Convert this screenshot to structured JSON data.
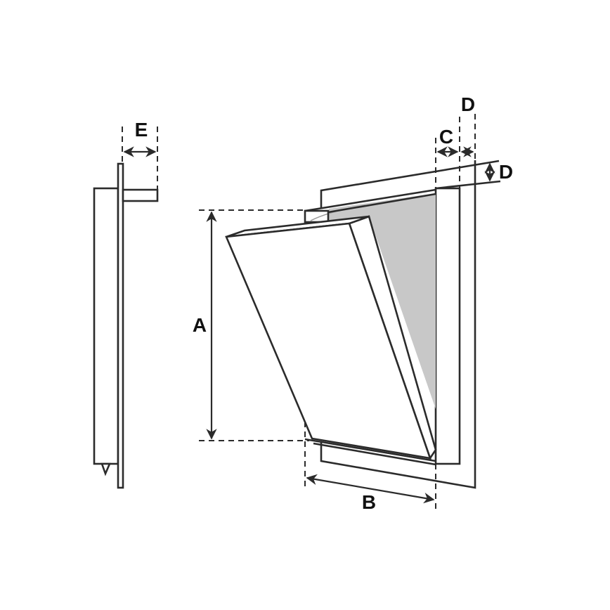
{
  "labels": {
    "a": "A",
    "b": "B",
    "c": "C",
    "d_top": "D",
    "d_side": "D",
    "e": "E"
  },
  "colors": {
    "line": "#2b2b2b",
    "opening_fill": "#c8c8c8",
    "background": "#ffffff"
  }
}
